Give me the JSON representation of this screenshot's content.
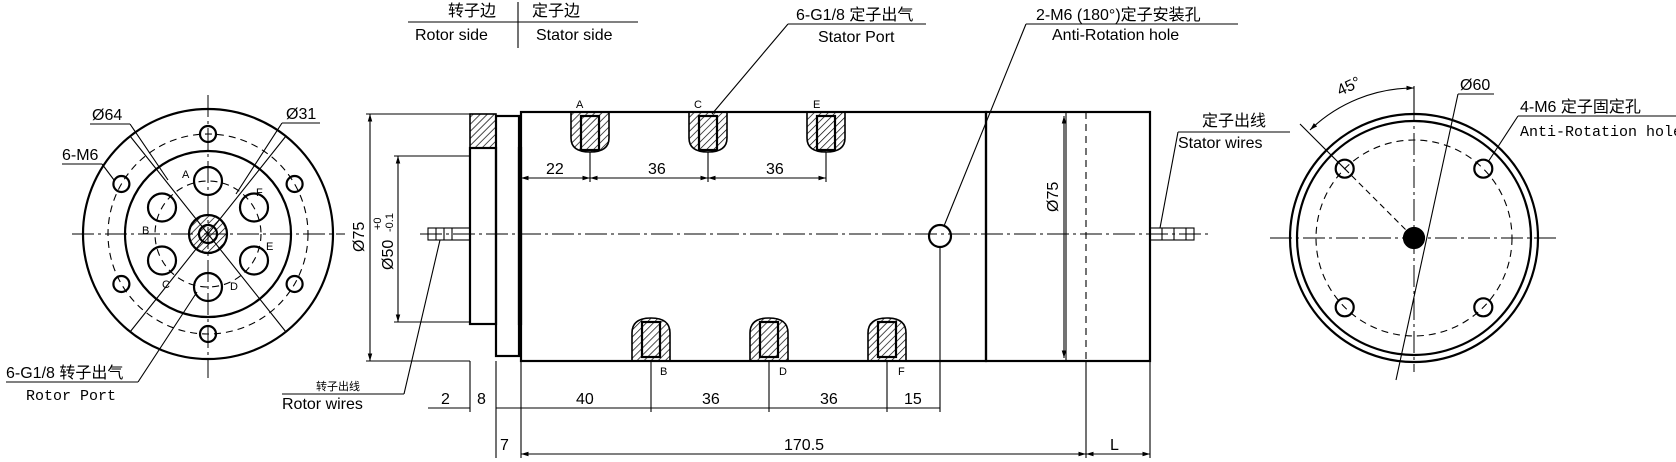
{
  "legend": {
    "rotor_side_cn": "转子边",
    "rotor_side_en": "Rotor side",
    "stator_side_cn": "定子边",
    "stator_side_en": "Stator side"
  },
  "callouts": {
    "stator_port_cn": "6-G1/8 定子出气",
    "stator_port_en": "Stator Port",
    "anti_rot_cn": "2-M6 (180°)定子安装孔",
    "anti_rot_en": "Anti-Rotation hole",
    "stator_wires_cn": "定子出线",
    "stator_wires_en": "Stator wires",
    "stator_fix_cn": "4-M6 定子固定孔",
    "stator_fix_en": "Anti-Rotation hole",
    "rotor_port_cn": "6-G1/8 转子出气",
    "rotor_port_en": "Rotor Port",
    "rotor_wires_cn": "转子出线",
    "rotor_wires_en": "Rotor wires"
  },
  "left_view": {
    "d64": "Ø64",
    "d31": "Ø31",
    "m6": "6-M6",
    "ports": [
      "A",
      "B",
      "C",
      "D",
      "E",
      "F"
    ]
  },
  "right_view": {
    "d60": "Ø60",
    "angle": "45°"
  },
  "side_view": {
    "top_ports": [
      "A",
      "C",
      "E"
    ],
    "bottom_ports": [
      "B",
      "D",
      "F"
    ],
    "d75_left": "Ø75",
    "d75_body": "Ø75",
    "d50": "Ø50",
    "d50_tol_plus": "+0",
    "d50_tol_minus": "-0.1",
    "top_dims": [
      "22",
      "36",
      "36"
    ],
    "bottom_dims": [
      "2",
      "8",
      "40",
      "36",
      "36",
      "15"
    ],
    "overall": [
      "7",
      "170.5",
      "L"
    ]
  }
}
